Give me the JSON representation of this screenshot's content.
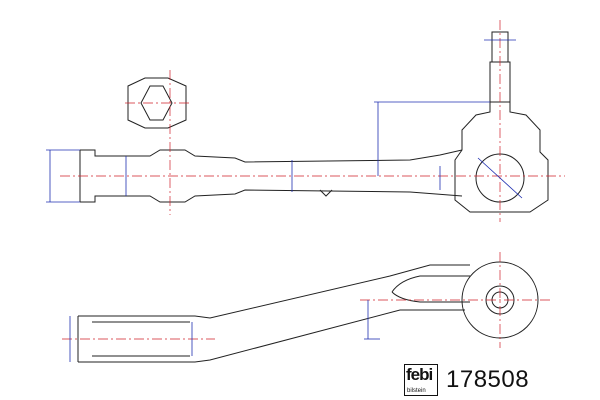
{
  "logo": {
    "brand": "febi",
    "sub": "bilstein"
  },
  "part_number": "178508",
  "colors": {
    "outline": "#222222",
    "centerline": "#d0202a",
    "dimension": "#1f2fb0"
  }
}
